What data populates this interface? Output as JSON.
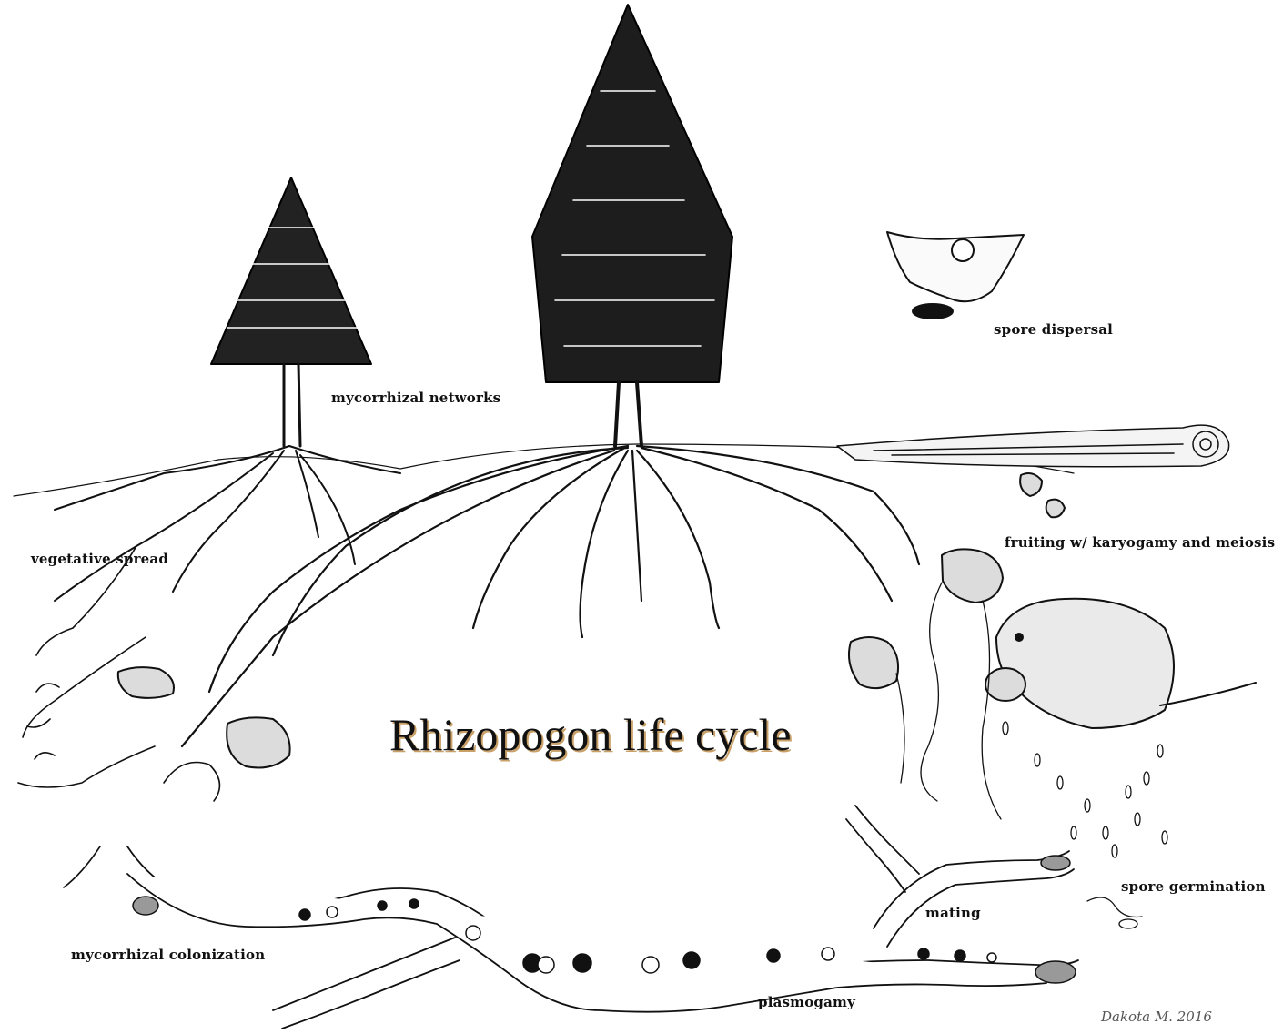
{
  "diagram": {
    "title": "Rhizopogon life cycle",
    "labels": {
      "mycorrhizal_networks": "mycorrhizal networks",
      "spore_dispersal": "spore dispersal",
      "vegetative_spread": "vegetative spread",
      "fruiting": "fruiting  w/ karyogamy and meiosis",
      "spore_germination": "spore germination",
      "mating": "mating",
      "mycorrhizal_colonization": "mycorrhizal colonization",
      "plasmogamy": "plasmogamy"
    },
    "signature": "Dakota M. 2016",
    "colors": {
      "ink": "#111111",
      "title_shadow": "#c8a068",
      "background": "#ffffff"
    }
  }
}
